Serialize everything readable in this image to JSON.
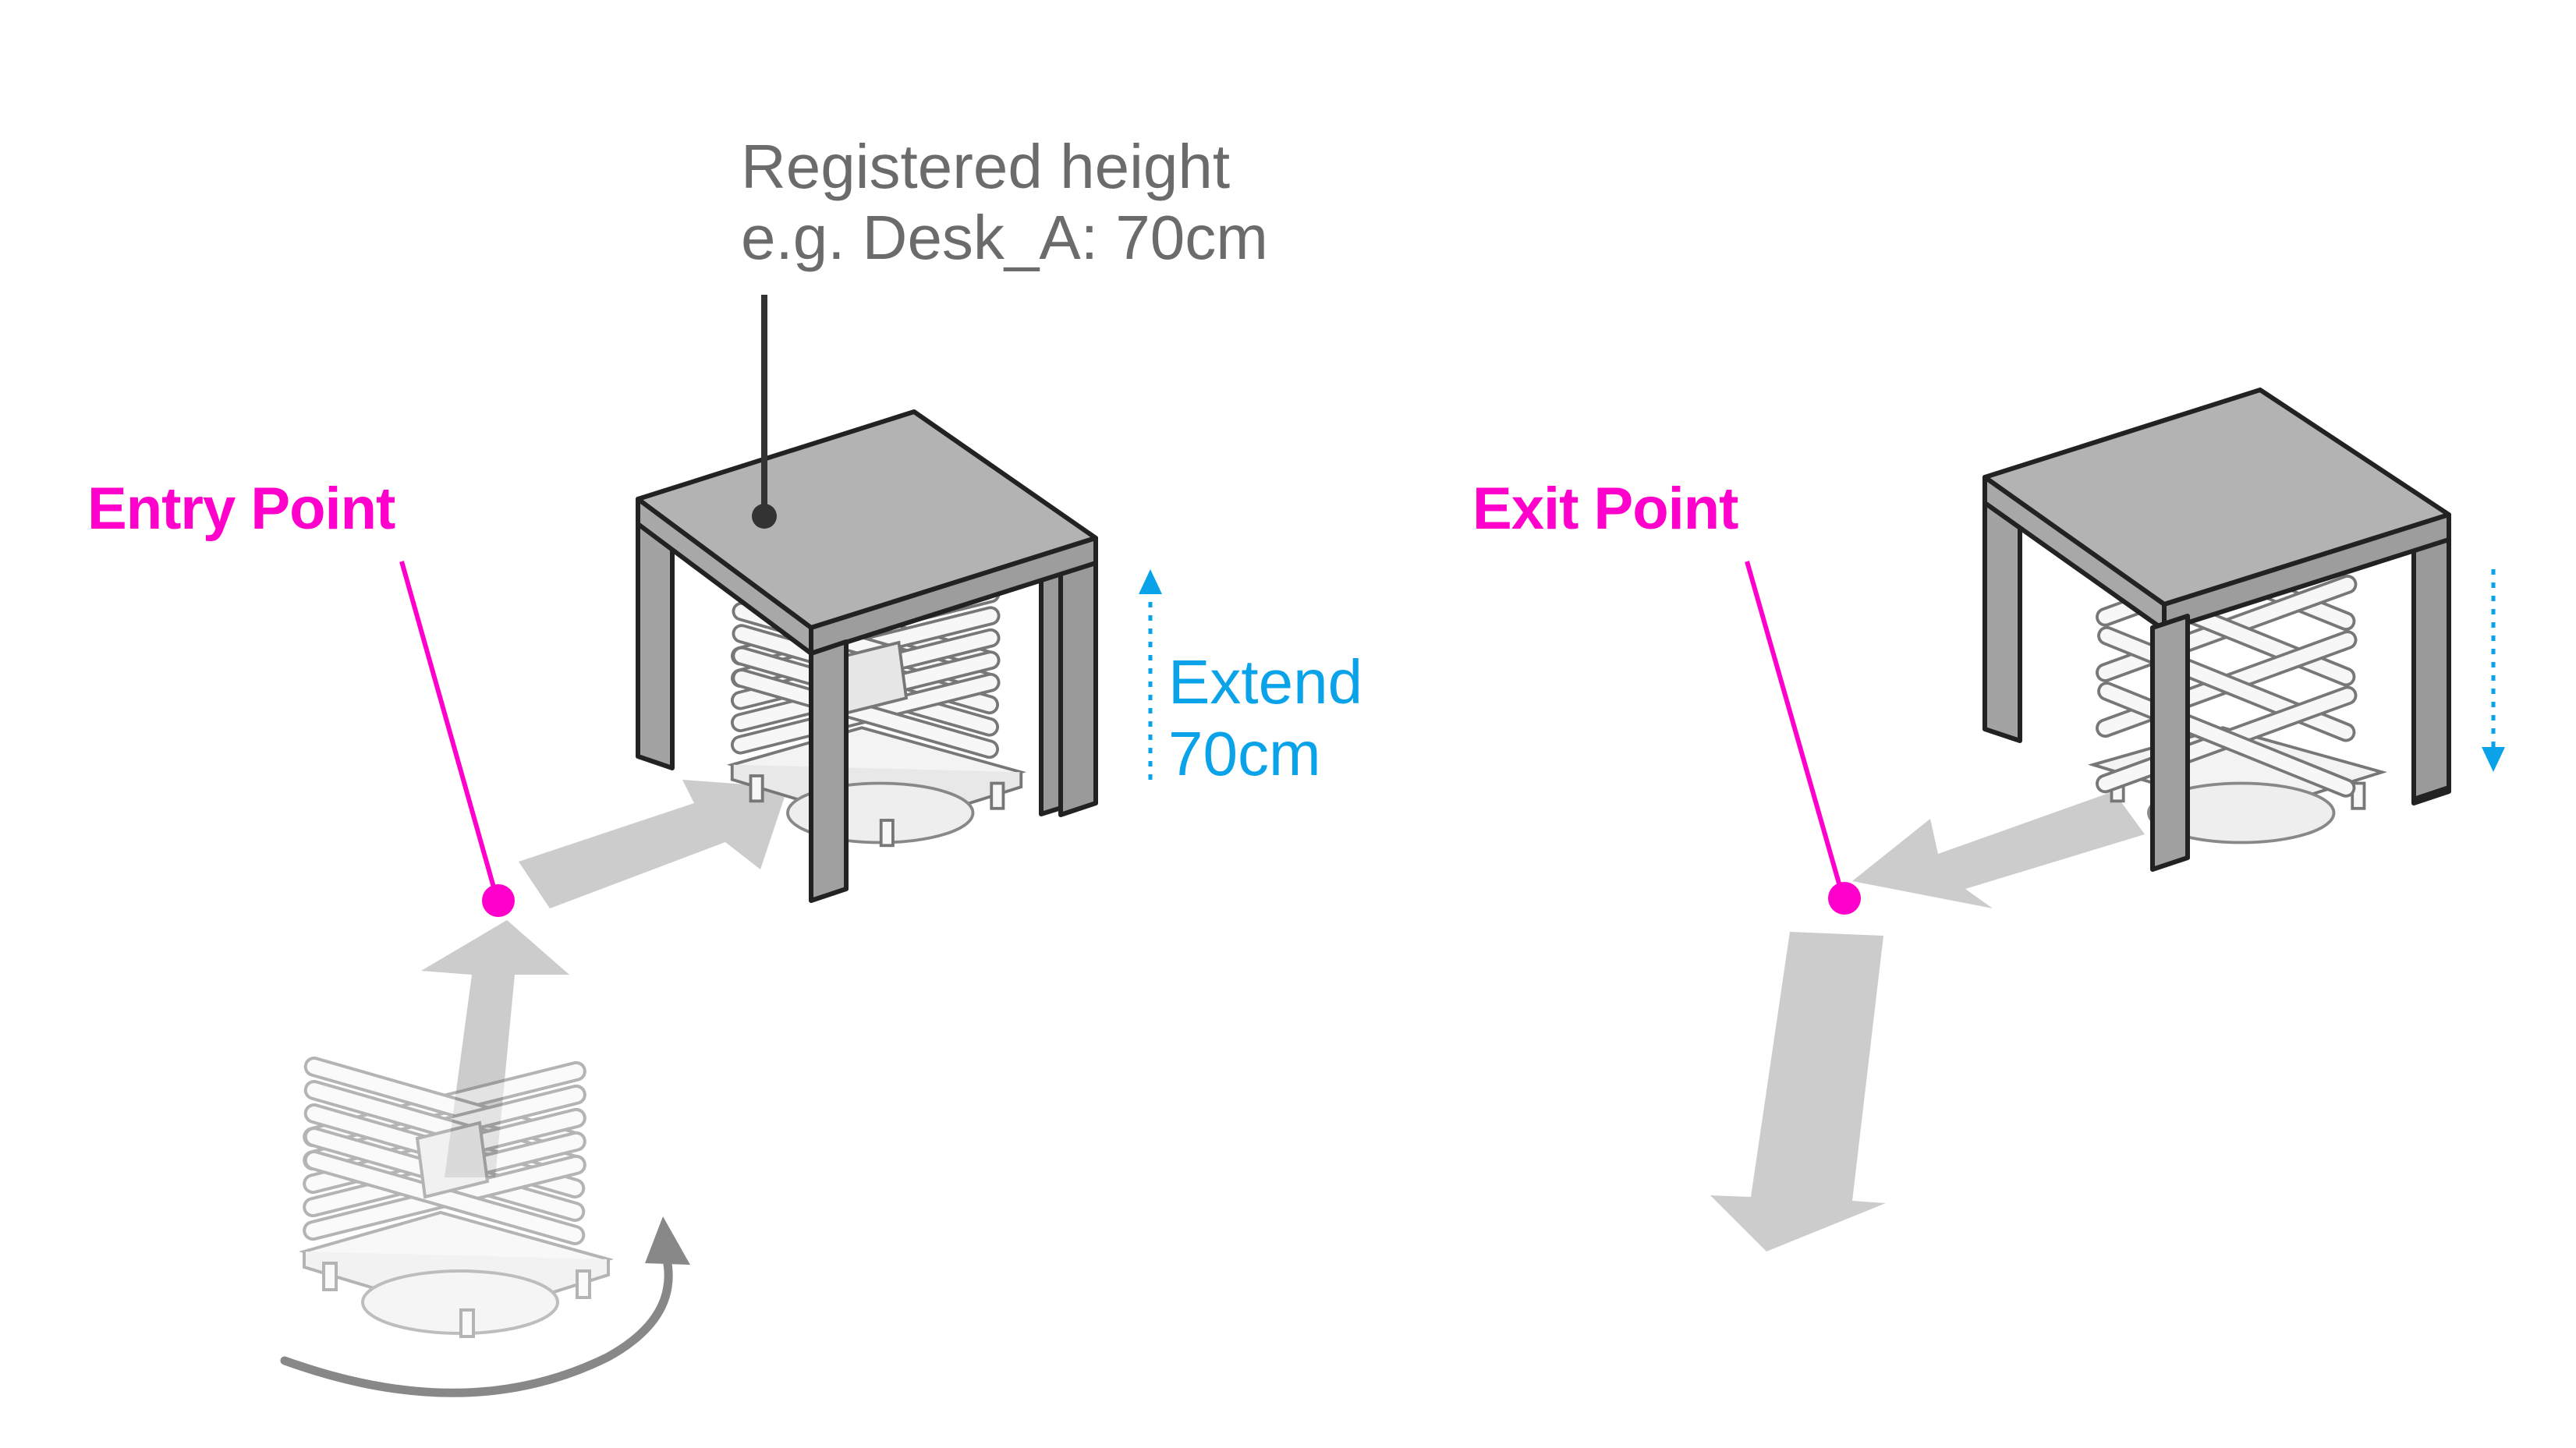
{
  "colors": {
    "accent_magenta": "#ff00cc",
    "accent_blue": "#0aa2e8",
    "label_gray": "#6b6b6b",
    "leader_dark": "#333333",
    "desk_top": "#aaaaaa",
    "desk_leg": "#9a9a9a",
    "path_arrow": "#cccccc",
    "rotate_arrow": "#888888"
  },
  "icons": {
    "robot": "scissor-lift-robot-icon",
    "desk": "desk-icon",
    "rotation": "rotate-arrow-icon"
  },
  "annotation": {
    "line1": "Registered height",
    "line2": "e.g. Desk_A: 70cm"
  },
  "entry": {
    "label": "Entry Point"
  },
  "exit": {
    "label": "Exit Point"
  },
  "extend": {
    "line1": "Extend",
    "line2": "70cm"
  }
}
